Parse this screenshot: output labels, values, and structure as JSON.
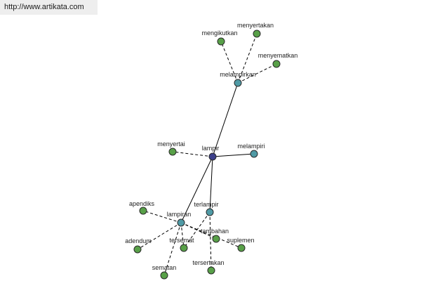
{
  "header": {
    "url": "http://www.artikata.com"
  },
  "colors": {
    "root": "#3c3f8a",
    "hub": "#4f9aa5",
    "leaf": "#58a048",
    "background": "#ffffff"
  },
  "nodes": [
    {
      "id": "lampir",
      "label": "lampir",
      "kind": "root"
    },
    {
      "id": "melampirkan",
      "label": "melampirkan",
      "kind": "hub"
    },
    {
      "id": "lampiran",
      "label": "lampiran",
      "kind": "hub"
    },
    {
      "id": "terlampir",
      "label": "terlampir",
      "kind": "hub"
    },
    {
      "id": "melampiri",
      "label": "melampiri",
      "kind": "hub"
    },
    {
      "id": "menyertai",
      "label": "menyertai",
      "kind": "leaf"
    },
    {
      "id": "mengikutkan",
      "label": "mengikutkan",
      "kind": "leaf"
    },
    {
      "id": "menyertakan",
      "label": "menyertakan",
      "kind": "leaf"
    },
    {
      "id": "menyematkan",
      "label": "menyematkan",
      "kind": "leaf"
    },
    {
      "id": "apendiks",
      "label": "apendiks",
      "kind": "leaf"
    },
    {
      "id": "adendum",
      "label": "adendum",
      "kind": "leaf"
    },
    {
      "id": "tersemat",
      "label": "tersemat",
      "kind": "leaf"
    },
    {
      "id": "sematan",
      "label": "sematan",
      "kind": "leaf"
    },
    {
      "id": "tambahan",
      "label": "tambahan",
      "kind": "leaf"
    },
    {
      "id": "suplemen",
      "label": "suplemen",
      "kind": "leaf"
    },
    {
      "id": "tersertakan",
      "label": "tersertakan",
      "kind": "leaf"
    }
  ],
  "edges": [
    {
      "from": "lampir",
      "to": "melampirkan",
      "style": "solid"
    },
    {
      "from": "lampir",
      "to": "melampiri",
      "style": "solid"
    },
    {
      "from": "lampir",
      "to": "lampiran",
      "style": "solid"
    },
    {
      "from": "lampir",
      "to": "terlampir",
      "style": "solid"
    },
    {
      "from": "lampir",
      "to": "menyertai",
      "style": "dashed"
    },
    {
      "from": "melampirkan",
      "to": "mengikutkan",
      "style": "dashed"
    },
    {
      "from": "melampirkan",
      "to": "menyertakan",
      "style": "dashed"
    },
    {
      "from": "melampirkan",
      "to": "menyematkan",
      "style": "dashed"
    },
    {
      "from": "lampiran",
      "to": "apendiks",
      "style": "dashed"
    },
    {
      "from": "lampiran",
      "to": "adendum",
      "style": "dashed"
    },
    {
      "from": "lampiran",
      "to": "tersemat",
      "style": "dashed"
    },
    {
      "from": "lampiran",
      "to": "sematan",
      "style": "dashed"
    },
    {
      "from": "lampiran",
      "to": "tambahan",
      "style": "dashed"
    },
    {
      "from": "lampiran",
      "to": "suplemen",
      "style": "dashed"
    },
    {
      "from": "terlampir",
      "to": "tersertakan",
      "style": "dashed"
    },
    {
      "from": "terlampir",
      "to": "tersemat",
      "style": "dashed"
    }
  ]
}
